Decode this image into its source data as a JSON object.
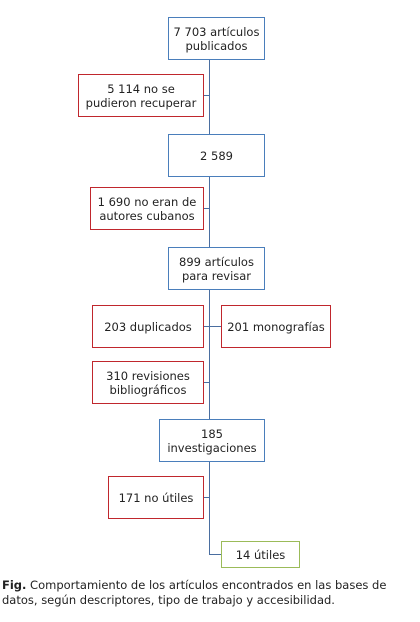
{
  "colors": {
    "main": "#4a7ebb",
    "excluded": "#c0272d",
    "final": "#9bbb59",
    "connector": "#4a6ea0"
  },
  "boxes": {
    "b1": "7 703 artículos\npublicados",
    "r1": "5 114 no se\npudieron recuperar",
    "b2": "2 589",
    "r2": "1 690 no eran de\nautores cubanos",
    "b3": "899 artículos\npara revisar",
    "r3": "203 duplicados",
    "r4": "201 monografías",
    "r5": "310 revisiones\nbibliográficos",
    "b4": "185\ninvestigaciones",
    "r6": "171 no útiles",
    "g1": "14 útiles"
  },
  "caption": {
    "label": "Fig.",
    "text": " Comportamiento de los artículos encontrados en las bases de datos, según descriptores, tipo de trabajo y accesibilidad."
  }
}
